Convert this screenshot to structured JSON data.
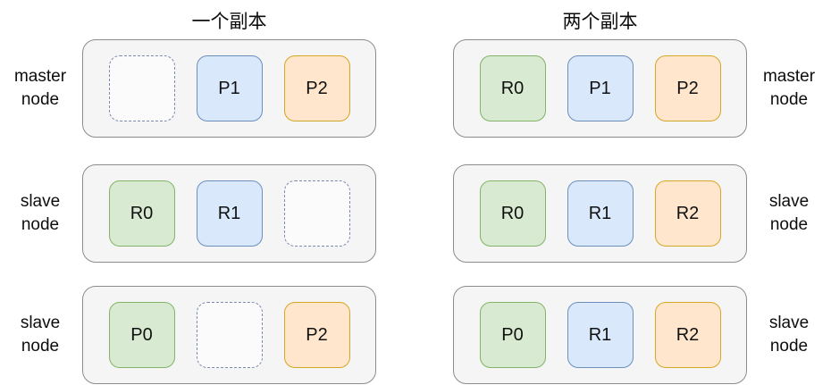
{
  "diagram": {
    "columns": [
      {
        "title": "一个副本",
        "label_side": "left",
        "rows": [
          {
            "label": "master\nnode",
            "tiles": [
              {
                "type": "empty",
                "text": ""
              },
              {
                "type": "blue",
                "text": "P1"
              },
              {
                "type": "orange",
                "text": "P2"
              }
            ]
          },
          {
            "label": "slave\nnode",
            "tiles": [
              {
                "type": "green",
                "text": "R0"
              },
              {
                "type": "blue",
                "text": "R1"
              },
              {
                "type": "empty",
                "text": ""
              }
            ]
          },
          {
            "label": "slave\nnode",
            "tiles": [
              {
                "type": "green",
                "text": "P0"
              },
              {
                "type": "empty",
                "text": ""
              },
              {
                "type": "orange",
                "text": "P2"
              }
            ]
          }
        ]
      },
      {
        "title": "两个副本",
        "label_side": "right",
        "rows": [
          {
            "label": "master\nnode",
            "tiles": [
              {
                "type": "green",
                "text": "R0"
              },
              {
                "type": "blue",
                "text": "P1"
              },
              {
                "type": "orange",
                "text": "P2"
              }
            ]
          },
          {
            "label": "slave\nnode",
            "tiles": [
              {
                "type": "green",
                "text": "R0"
              },
              {
                "type": "blue",
                "text": "R1"
              },
              {
                "type": "orange",
                "text": "R2"
              }
            ]
          },
          {
            "label": "slave\nnode",
            "tiles": [
              {
                "type": "green",
                "text": "P0"
              },
              {
                "type": "blue",
                "text": "R1"
              },
              {
                "type": "orange",
                "text": "R2"
              }
            ]
          }
        ]
      }
    ],
    "colors": {
      "green_fill": "#d9ead3",
      "green_border": "#82b366",
      "blue_fill": "#dae8fc",
      "blue_border": "#6c8ebf",
      "orange_fill": "#ffe6cc",
      "orange_border": "#d6a625",
      "empty_fill": "#fbfbfc",
      "empty_border": "#7c89ae",
      "node_fill": "#f5f5f5",
      "node_border": "#8c8c8c"
    }
  }
}
